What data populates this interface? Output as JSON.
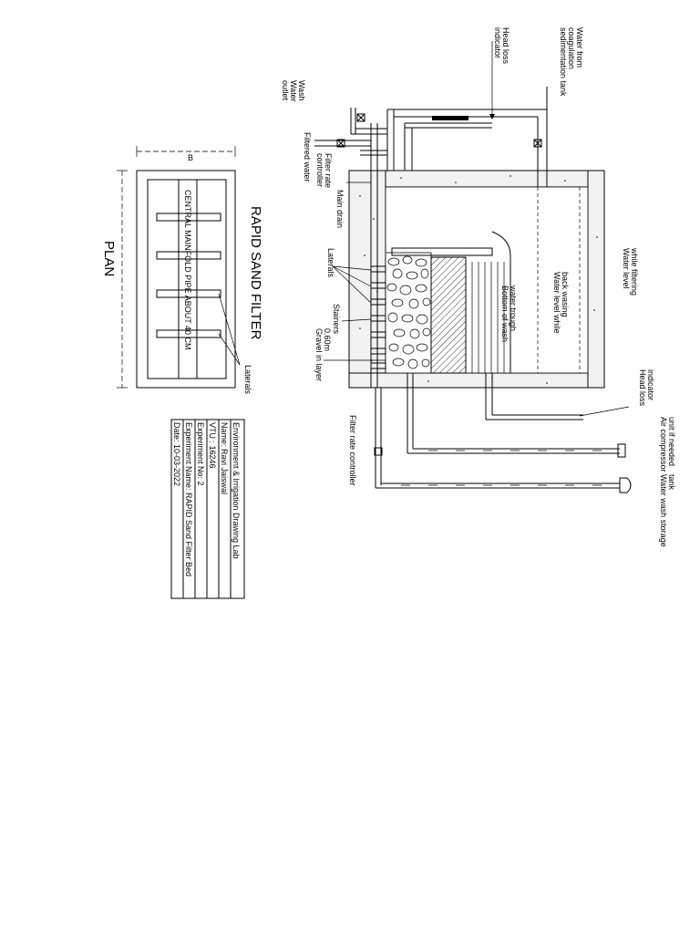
{
  "labels": {
    "water_from": [
      "Water from",
      "coagulation",
      "sedimentation tank"
    ],
    "head_loss_top": [
      "Head loss",
      "indicator"
    ],
    "wash_water_outlet": [
      "Wash",
      "Water",
      "outlet"
    ],
    "filtered_water": "Filtered water",
    "filter_rate_top": [
      "Filter rate",
      "controller"
    ],
    "main_drain": "Main drain",
    "laterals_section": "Laterals",
    "stainers": "Stainers",
    "gravel": [
      "Gravel in layer",
      "0.60m"
    ],
    "water_level_filtering": [
      "Water level",
      "while filtering"
    ],
    "water_level_backwash": [
      "Water level while",
      "back wasing"
    ],
    "bottom_trough": [
      "Bottom of wash",
      "water trough"
    ],
    "head_loss_right": [
      "Head loss",
      "indicator"
    ],
    "air_compressor": [
      "Air compressor",
      "unit if needed"
    ],
    "wash_storage": [
      "Water wash storage",
      "tank"
    ],
    "filter_rate_bottom": "Filter rate controller",
    "title": "RAPID SAND FILTER",
    "plan": "PLAN",
    "plan_b": "B",
    "central_manifold": "CENTRAL MAINFOLD PIPE ABOUT 40 CM",
    "laterals_plan": "Laterals"
  },
  "title_block": [
    "Environment & Irrigation Drawing Lab",
    "Name: Ravi Jaiswal",
    "VTU : 16246",
    "Experiment No: 2",
    "Experiment Name: RAPID Sand Filter Bed",
    "Date: 10-03-2022"
  ]
}
